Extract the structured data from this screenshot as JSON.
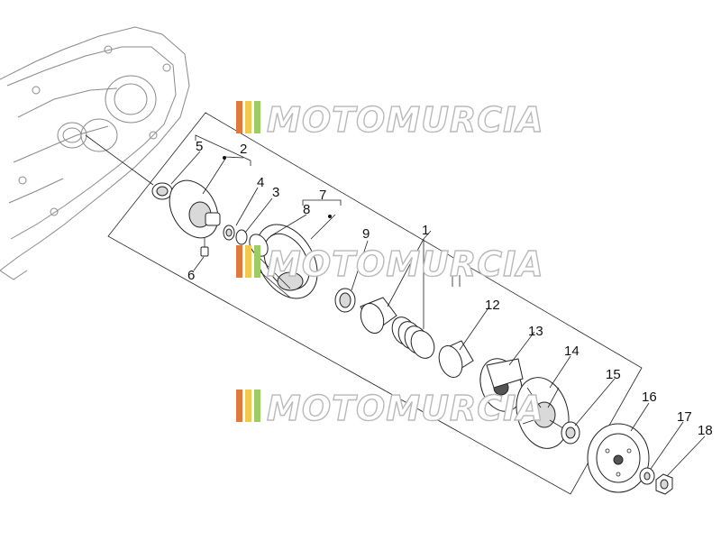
{
  "watermark": {
    "text": "MOTOMURCIA",
    "stripe_colors": [
      "#e07a3a",
      "#f2c94c",
      "#9ccc65"
    ]
  },
  "callouts": [
    {
      "id": "c1",
      "label": "1"
    },
    {
      "id": "c2",
      "label": "2"
    },
    {
      "id": "c3",
      "label": "3"
    },
    {
      "id": "c4",
      "label": "4"
    },
    {
      "id": "c5",
      "label": "5"
    },
    {
      "id": "c6",
      "label": "6"
    },
    {
      "id": "c7",
      "label": "7"
    },
    {
      "id": "c8",
      "label": "8"
    },
    {
      "id": "c9",
      "label": "9"
    },
    {
      "id": "c12",
      "label": "12"
    },
    {
      "id": "c13",
      "label": "13"
    },
    {
      "id": "c14",
      "label": "14"
    },
    {
      "id": "c15",
      "label": "15"
    },
    {
      "id": "c16",
      "label": "16"
    },
    {
      "id": "c17",
      "label": "17"
    },
    {
      "id": "c18",
      "label": "18"
    }
  ]
}
